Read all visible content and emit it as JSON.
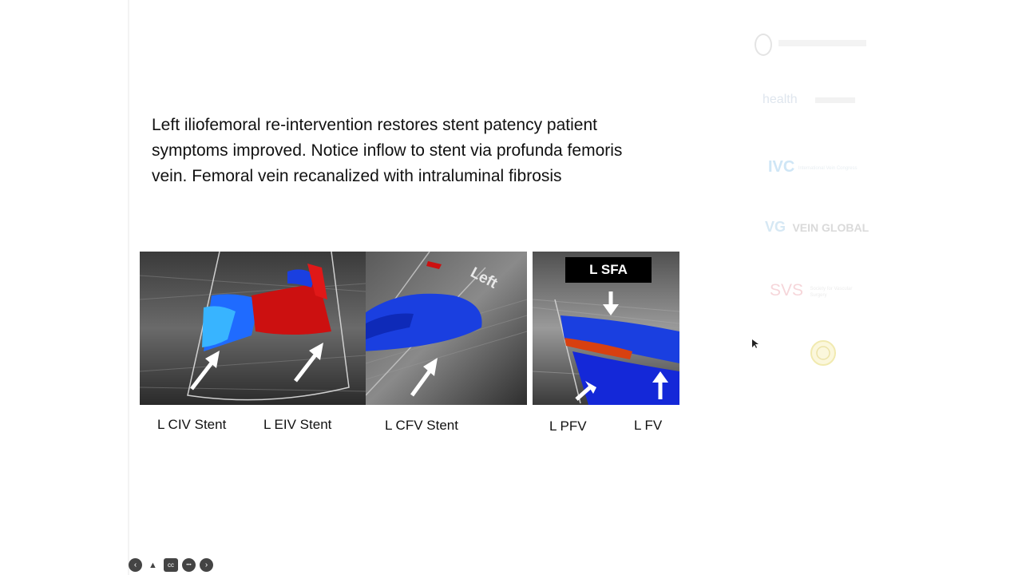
{
  "slide": {
    "body_text": "Left iliofemoral re-intervention restores stent patency patient symptoms improved. Notice inflow to stent via profunda femoris vein. Femoral vein recanalized with intraluminal fibrosis"
  },
  "images": {
    "panel2_overlay_text": "Left",
    "panel3_tag": "L SFA",
    "labels": [
      "L CIV Stent",
      "L EIV Stent",
      "L CFV Stent",
      "L PFV",
      "L FV"
    ]
  },
  "sponsors": [
    {
      "name": "health-logo",
      "text": "health"
    },
    {
      "name": "ivc-logo",
      "mark": "IVC",
      "text": "International Vein Congress"
    },
    {
      "name": "vein-global-logo",
      "mark": "VG",
      "text": "VEIN GLOBAL"
    },
    {
      "name": "svs-logo",
      "mark": "SVS",
      "text": "Society for Vascular Surgery"
    }
  ],
  "player_controls": [
    {
      "name": "previous-button",
      "glyph": "‹"
    },
    {
      "name": "up-button",
      "glyph": "▲"
    },
    {
      "name": "captions-button",
      "glyph": "cc"
    },
    {
      "name": "more-button",
      "glyph": "•••"
    },
    {
      "name": "next-button",
      "glyph": "›"
    }
  ],
  "colors": {
    "doppler_blue": "#1a3fe0",
    "doppler_red": "#d01010",
    "light_blue": "#3aa8ff"
  }
}
